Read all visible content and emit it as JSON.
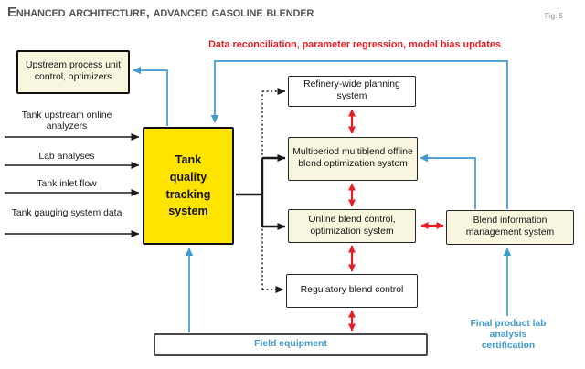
{
  "figure": {
    "title": "Enhanced architecture, advanced gasoline blender",
    "fig_label": "Fig. 5"
  },
  "labels": {
    "data_reconciliation": "Data reconciliation, parameter regression, model bias updates",
    "final_product_cert": "Final product lab analysis certification"
  },
  "inputs": [
    "Tank upstream online analyzers",
    "Lab analyses",
    "Tank inlet flow",
    "Tank gauging system data"
  ],
  "boxes": {
    "upstream": "Upstream process unit control, optimizers",
    "tank": "Tank quality tracking system",
    "refinery": "Refinery-wide planning system",
    "multiperiod": "Multiperiod multiblend offline blend optimization system",
    "online": "Online blend control, optimization system",
    "regulatory": "Regulatory blend control",
    "blend_info": "Blend information management system",
    "field": "Field equipment"
  },
  "colors": {
    "yellow": "#ffe400",
    "cream": "#f8f6df",
    "blue": "#3f9ad2",
    "red": "#e81c24",
    "ink": "#1a1a1a",
    "titlegray": "#555555"
  }
}
